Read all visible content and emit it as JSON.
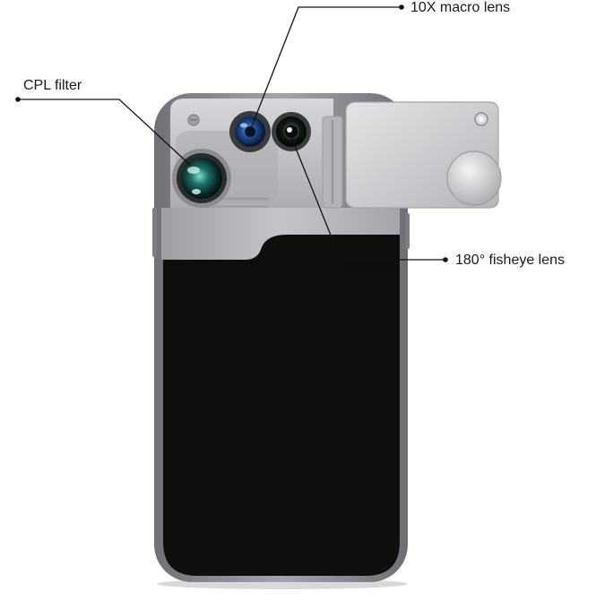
{
  "callouts": {
    "macro": "10X macro lens",
    "cpl": "CPL filter",
    "fisheye": "180° fisheye lens"
  },
  "colors": {
    "frame": "#8e9096",
    "case_black": "#0e0e0e",
    "aluminum": "#c9cbcf",
    "module_gray": "#b9bbbf",
    "lens_teal": "#1b6f6a",
    "lens_blue": "#1c4f9a",
    "line": "#111111"
  }
}
